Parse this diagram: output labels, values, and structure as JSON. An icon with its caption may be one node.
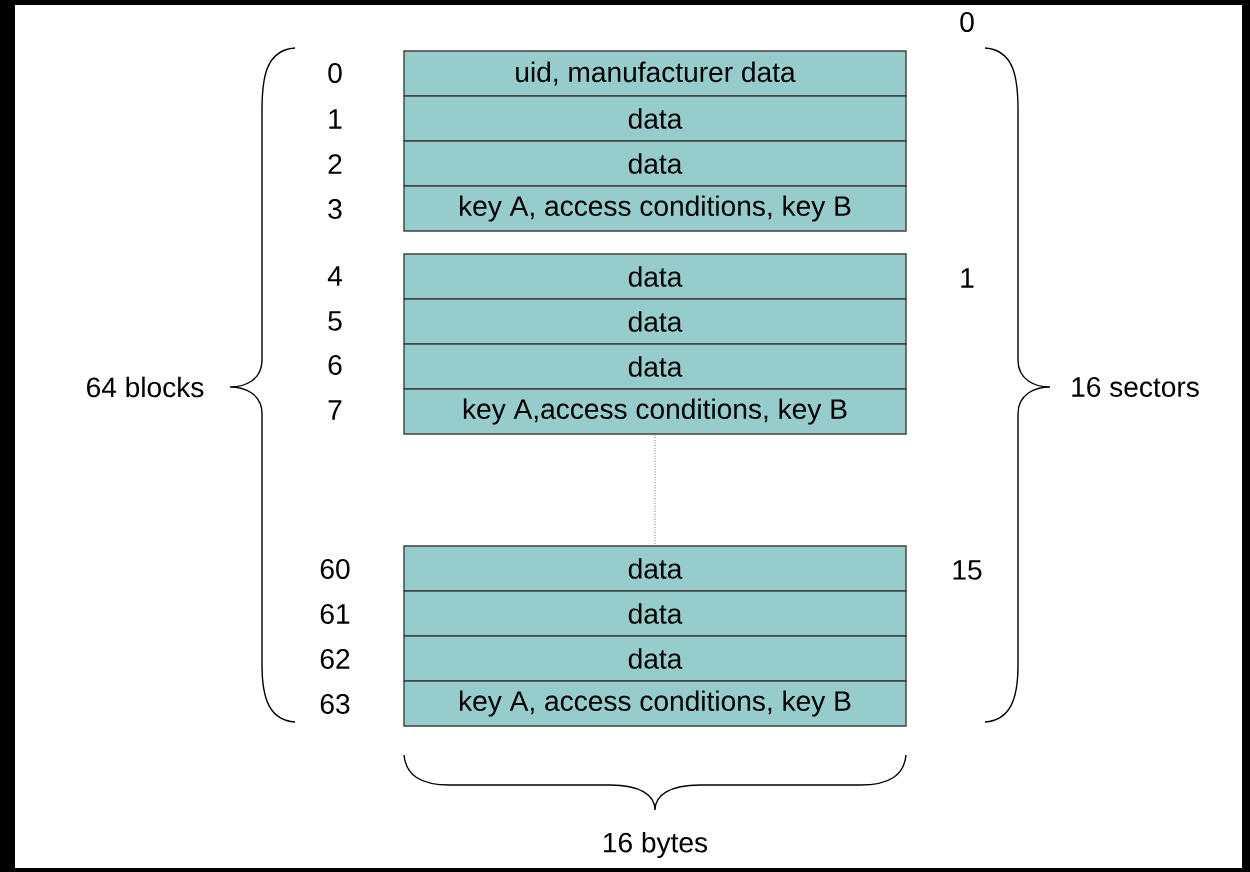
{
  "diagram": {
    "nodes": [
      {
        "text": [
          "uid, manufacturer data"
        ]
      },
      {
        "text": [
          "data"
        ]
      },
      {
        "text": [
          "data"
        ]
      },
      {
        "text": [
          "key A, access conditions, key B"
        ]
      },
      {
        "text": [
          "data"
        ]
      },
      {
        "text": [
          "data"
        ]
      },
      {
        "text": [
          "data"
        ]
      },
      {
        "text": [
          "key A,access conditions, key B"
        ]
      },
      {
        "text": [
          "data"
        ]
      },
      {
        "text": [
          "data"
        ]
      },
      {
        "text": [
          "data"
        ]
      },
      {
        "text": [
          "key A, access conditions, key B"
        ]
      }
    ],
    "edges": [
      {
        "from": 7,
        "to": 8,
        "arrow": "none",
        "style": "dashed"
      }
    ],
    "labels": [
      "0",
      "0",
      "1",
      "2",
      "3",
      "4",
      "1",
      "5",
      "6",
      "64 blocks",
      "16 sectors",
      "7",
      "60",
      "15",
      "61",
      "62",
      "63",
      "16 bytes"
    ]
  }
}
